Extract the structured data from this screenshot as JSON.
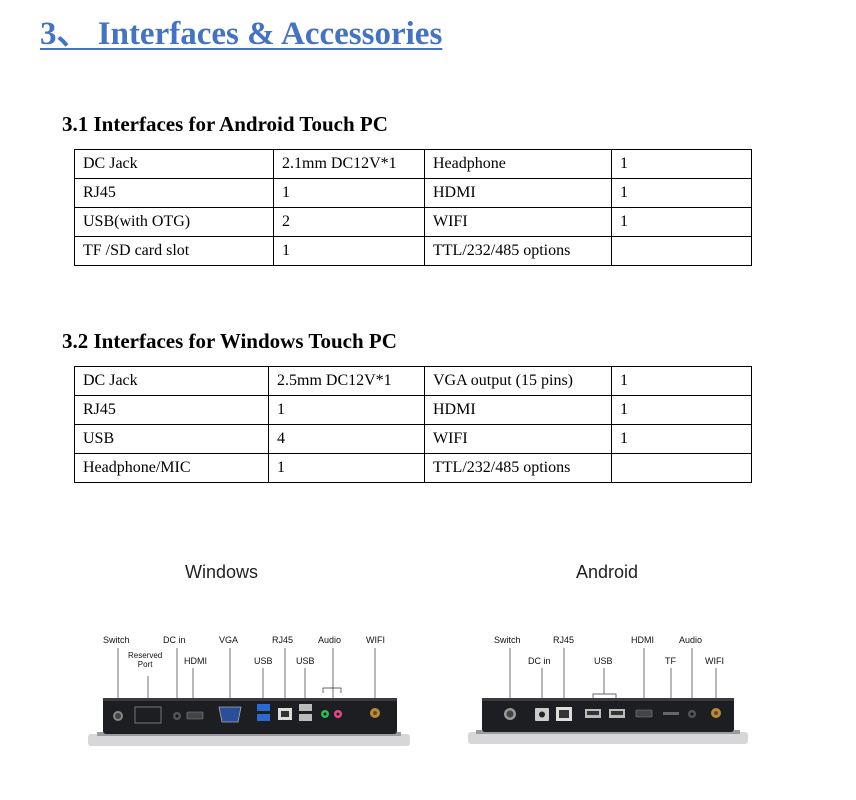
{
  "heading": "3、  Interfaces & Accessories",
  "android": {
    "title": "3.1 Interfaces for Android Touch PC",
    "rows": [
      [
        "DC Jack",
        "2.1mm DC12V*1",
        "Headphone",
        "1"
      ],
      [
        "RJ45",
        "1",
        "HDMI",
        "1"
      ],
      [
        "USB(with OTG)",
        "2",
        "WIFI",
        "1"
      ],
      [
        "TF /SD card slot",
        "1",
        "TTL/232/485 options",
        ""
      ]
    ]
  },
  "windows": {
    "title": "3.2 Interfaces for Windows Touch PC",
    "rows": [
      [
        "DC Jack",
        "2.5mm DC12V*1",
        "VGA output (15 pins)",
        "1"
      ],
      [
        "RJ45",
        "1",
        "HDMI",
        "1"
      ],
      [
        "USB",
        "4",
        "WIFI",
        "1"
      ],
      [
        "Headphone/MIC",
        "1",
        "TTL/232/485 options",
        ""
      ]
    ]
  },
  "figures": {
    "windows_caption": "Windows",
    "android_caption": "Android",
    "windows_labels": {
      "switch": "Switch",
      "dc_in": "DC in",
      "vga": "VGA",
      "rj45": "RJ45",
      "audio": "Audio",
      "wifi": "WIFI",
      "reserved_port": "Reserved\nPort",
      "hdmi": "HDMI",
      "usb1": "USB",
      "usb2": "USB"
    },
    "android_labels": {
      "switch": "Switch",
      "rj45": "RJ45",
      "hdmi": "HDMI",
      "audio": "Audio",
      "dc_in": "DC in",
      "usb": "USB",
      "tf": "TF",
      "wifi": "WIFI"
    }
  }
}
